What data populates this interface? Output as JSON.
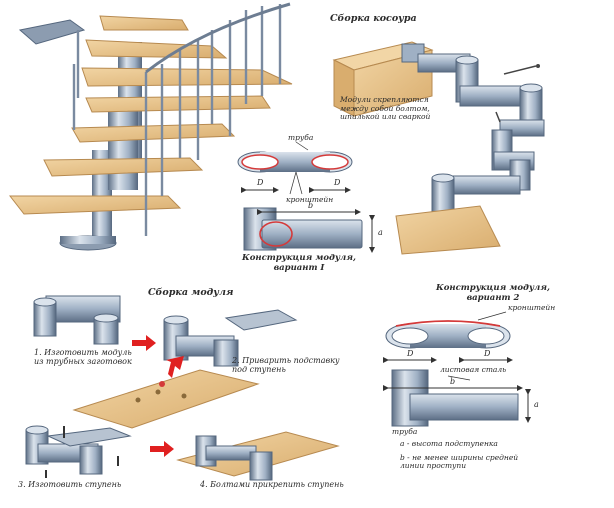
{
  "titles": {
    "kosour_assembly": "Сборка косоура",
    "module_assembly": "Сборка модуля"
  },
  "captions": {
    "module_v1": [
      "Конструкция модуля,",
      "вариант I"
    ],
    "module_v2": [
      "Конструкция модуля,",
      "вариант 2"
    ]
  },
  "notes": {
    "connection": [
      "Модули скрепляются",
      "между собой болтом,",
      "шпилькой или сваркой"
    ]
  },
  "labels": {
    "pipe": "труба",
    "bracket": "кронштейн",
    "sheet_steel": "листовая сталь",
    "b": "b",
    "a": "a",
    "D": "D"
  },
  "legend": {
    "a": "a - высота подступенка",
    "b": [
      "b - не менее ширины средней",
      "линии проступи"
    ]
  },
  "steps": {
    "s1": [
      "1. Изготовить модуль",
      "из трубных заготовок"
    ],
    "s2": [
      "2. Приварить подставку",
      "под ступень"
    ],
    "s3": "3. Изготовить ступень",
    "s4": "4. Болтами прикрепить ступень"
  },
  "colors": {
    "wood": "#e8c48d",
    "wood_dark": "#c79a5c",
    "steel": "#9fb0c4",
    "steel_dark": "#5d6f86",
    "steel_light": "#dbe3ec",
    "arrow": "#e02020",
    "accent": "#d43a3a"
  }
}
